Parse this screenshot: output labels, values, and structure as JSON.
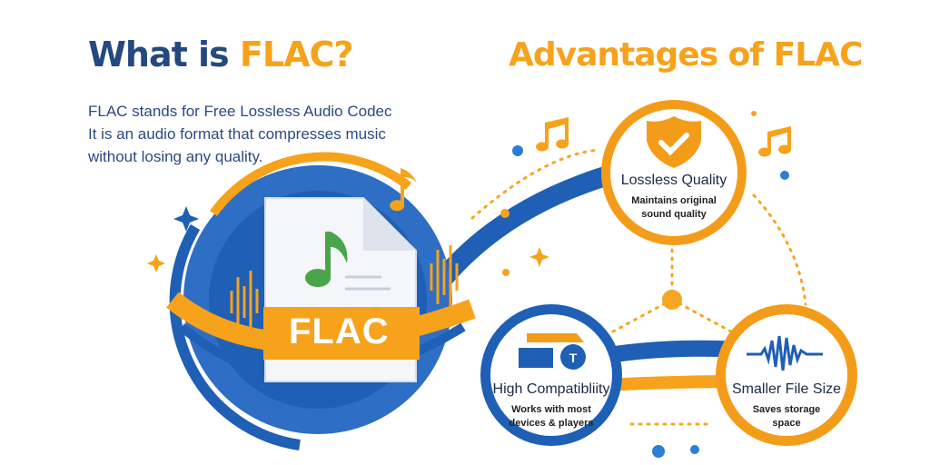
{
  "header": {
    "title_prefix": "What is ",
    "title_highlight": "FLAC?",
    "advantages_title": "Advantages of FLAC"
  },
  "intro": {
    "lines": [
      "FLAC stands for Free Lossless Audio Codec",
      "It is an audio format that compresses music",
      "without losing any quality."
    ]
  },
  "file_icon": {
    "label": "FLAC"
  },
  "advantages": [
    {
      "title": "Lossless Quality",
      "lines": [
        "Maintains original",
        "sound quality"
      ],
      "icon": "shield-check-icon"
    },
    {
      "title": "High Compatibliity",
      "lines": [
        "Works with most",
        "devices & players"
      ],
      "icon": "devices-icon"
    },
    {
      "title": "Smaller File Size",
      "lines": [
        "Saves storage",
        "space"
      ],
      "icon": "waveform-icon"
    }
  ],
  "colors": {
    "blue": "#1f5fb5",
    "dark_blue": "#24497f",
    "orange": "#f7a21b"
  }
}
